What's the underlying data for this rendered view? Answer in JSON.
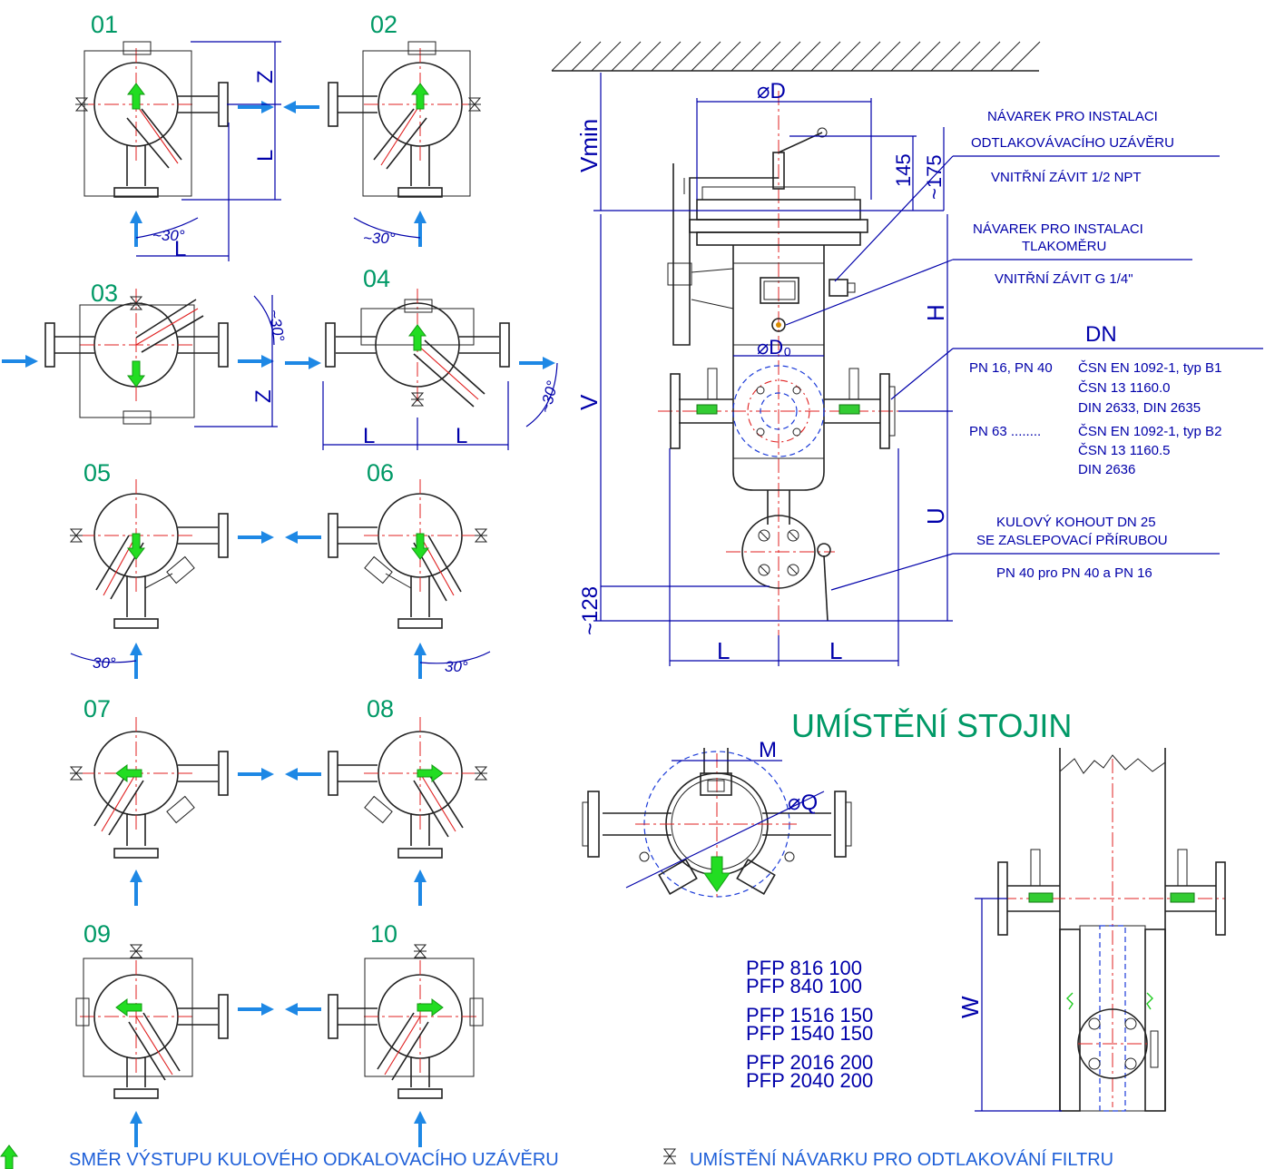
{
  "variants": [
    {
      "num": "01",
      "dims": [
        "Z",
        "L",
        "L"
      ],
      "angle": "~30°"
    },
    {
      "num": "02",
      "dims": [],
      "angle": "~30°"
    },
    {
      "num": "03",
      "dims": [
        "Z"
      ],
      "angle": "~30°"
    },
    {
      "num": "04",
      "dims": [
        "L",
        "L"
      ],
      "angle": "~30°"
    },
    {
      "num": "05",
      "dims": [],
      "angle": "30°"
    },
    {
      "num": "06",
      "dims": [],
      "angle": "30°"
    },
    {
      "num": "07",
      "dims": [],
      "angle": ""
    },
    {
      "num": "08",
      "dims": [],
      "angle": ""
    },
    {
      "num": "09",
      "dims": [],
      "angle": ""
    },
    {
      "num": "10",
      "dims": [],
      "angle": ""
    }
  ],
  "main_view": {
    "dims": {
      "D": "⌀D",
      "Do": "⌀D₀",
      "vmin": "Vmin",
      "v": "V",
      "h": "H",
      "u": "U",
      "d145": "145",
      "d175": "~175",
      "d128": "~128",
      "l_left": "L",
      "l_right": "L",
      "dn": "DN"
    },
    "notes": {
      "relief_title1": "NÁVAREK PRO INSTALACI",
      "relief_title2": "ODTLAKOVÁVACÍHO UZÁVĚRU",
      "relief_thread": "VNITŘNÍ ZÁVIT  1/2 NPT",
      "gauge_title1": "NÁVAREK PRO INSTALACI",
      "gauge_title2": "TLAKOMĚRU",
      "gauge_thread": "VNITŘNÍ ZÁVIT  G 1/4\"",
      "valve_title1": "KULOVÝ KOHOUT DN 25",
      "valve_title2": "SE ZASLEPOVACÍ PŘÍRUBOU",
      "valve_pn": "PN 40 pro PN 40 a PN 16"
    },
    "flange_standards": {
      "pn1_label": "PN 16, PN 40",
      "pn1_lines": [
        "ČSN EN 1092-1, typ B1",
        "ČSN 13 1160.0",
        "DIN 2633, DIN 2635"
      ],
      "pn2_label": "PN 63  ........",
      "pn2_lines": [
        "ČSN EN 1092-1, typ B2",
        "ČSN 13 1160.5",
        "DIN 2636"
      ]
    }
  },
  "stands": {
    "title": "UMÍSTĚNÍ STOJIN",
    "m_label": "M",
    "q_label": "⌀Q",
    "w_label": "W",
    "models": [
      [
        "PFP   816 100",
        "PFP   840 100"
      ],
      [
        "PFP 1516 150",
        "PFP 1540 150"
      ],
      [
        "PFP 2016 200",
        "PFP 2040 200"
      ]
    ]
  },
  "legend": {
    "arrow_text": "SMĚR VÝSTUPU KULOVÉHO ODKALOVACÍHO UZÁVĚRU",
    "valve_text": "UMÍSTĚNÍ NÁVARKU PRO ODTLAKOVÁNÍ FILTRU"
  },
  "colors": {
    "green_numbers": "#009966",
    "dimension_text": "#0000aa",
    "flow_arrows": "#1e88e5",
    "centerlines": "#e02020",
    "outlet_arrow": "#22dd22"
  }
}
